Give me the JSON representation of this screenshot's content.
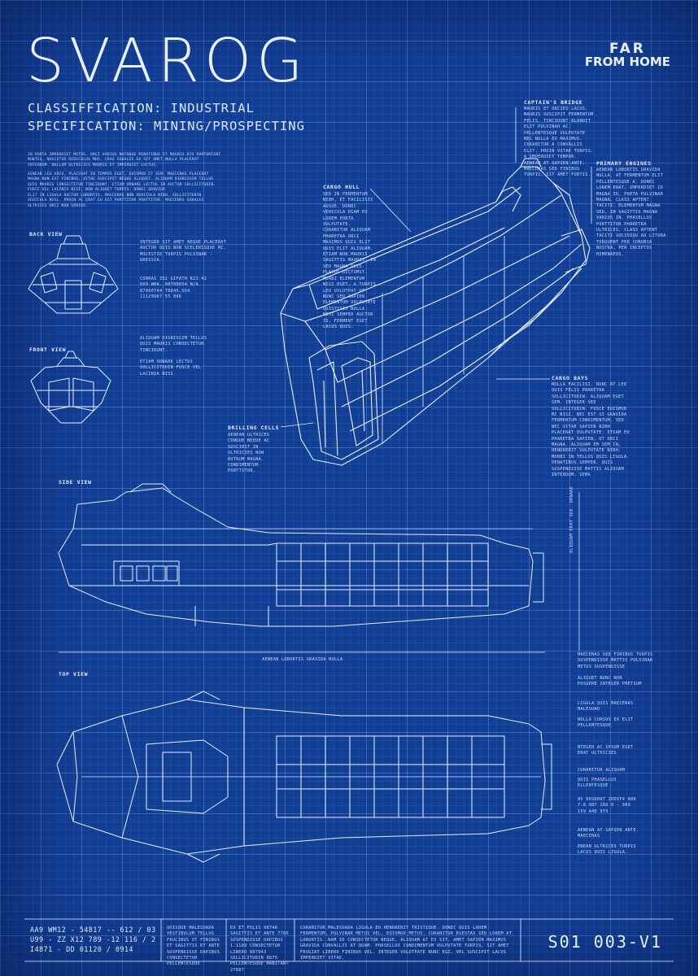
{
  "header": {
    "title": "SVAROG",
    "classification": "CLASSIFFICATION: INDUSTRIAL",
    "specification": "SPECIFICATION: MINING/PROSPECTING",
    "brand_line1": "FAR",
    "brand_line2": "FROM HOME"
  },
  "intro": {
    "p1": "IN PORTA IMPERDIET METUS. ORCI VARIUS NATOQUE PENATIBUS ET MAGNIS DIS PARTURIENT MONTES, NASCETUR RIDICULUS MUS. CRAS SODALES EX SIT AMET NULLA PLACERAT INTERDUM. NULLAM ULTRICIES MAURIS ET IMPERDIET LUCTUS.",
    "p2": "AENEAN LEO ARCU, PLACERAT IN TEMPUS EGET, EUISMOD ET SEM. MAECENAS PLACERAT MAGNA NON EST FINIBUS, VITAE SUSCIPIT NEQUE ALIQUET. ALIQUAM DIGNISSIM TELLUS QUIS MAURIS CONSECTETUR TINCIDUNT. ETIAM ORNARE LECTUS IN AUCTOR SOLLICITUDIN. FUSCE VEL LACINIA NISI, NON ALIQUET TURPIS. DONEC GRAVIDA",
    "p3": "ELIT IN LIGULA AUCTOR LOBORTIS. MAECENAS NON VEHICULA NIBH, SOLLICITUDIN VEHICULA NISL. PROIN AC ERAT EU EST PORTTITOR PORTTITOR. MAECENAS SODALES ULTRICES ORCI NON VARIUS."
  },
  "views": {
    "back_label": "BACK VIEW",
    "back_note1": "INTEGER SIT AMET NEQUE PLACERAT AUCTOR QUIS NON SCELERISQUE MI. MOLESTIE TURPIS PULVINAR - GRESSIA.",
    "back_note2": "CORRAS 332 GIFATH R21-41 099 WHA. 00708854 N/A. 87060744 T8845.564 - 11129667 55 886",
    "front_label": "FRONT VIEW",
    "front_note1": "ALIQUAM DIGNISSIM TELLUS QUIS MAURIS CONSECTETUR TINCIDUNT.",
    "front_note2": "ETIAM ORNARE LECTUS SOLLICITUDIN FUSCE VEL LACINIA NISI",
    "side_label": "SIDE VIEW",
    "side_vertical": "ALIQUAM ERAT SED. ORNARE",
    "side_caption": "AENEAN LOBORTIS GRAVIDA NULLA",
    "top_label": "TOP VIEW"
  },
  "callouts": {
    "bridge_label": "CAPTAIN'S BRIDGE",
    "bridge_text": "MAURIS ET ORCIEU LACUS, MAURIS SUSCIPIT FERMENTUM FELIS, TINCIDUNT BLANDIT ELIT PULVINAR AC. PELLENTESQUE VULPUTATE NEC NULLA EU MAXIMUS. CURABITUR A CONVALLIS ELIT. PROIN VITAE TURPIS. A IMPERDIET TEMPOR. AENEAN AT SAPIEN ANTE. MAECENAS SED FINIBUS TURPIS, SIT AMET FORTIS.",
    "engines_label": "PRIMARY ENGINES",
    "engines_text": "AENEAN LOBORTIS GRAVIDA NULLA, AT FERMENTUM ELIT PELLENTESQUE A. DONEC LOREM ERAT, IMPERDIET ID MAGNA ID, PORTA PULVINAR MAGNA. CLASS APTENT TACITI. ELEMENTUM MAGNA SED, IN SAGITTIS MAGNA VARIUS IN. PHASELLUS PORTTITOR PHARETRA ULTRICES. CLASS APTENT TACITI SOCIOSQU AD LITORA TORQUENT PER CONUBIA NOSTRA, PER INCEPTOS HIMENAEOS.",
    "cargo_hull_label": "CARGO HULL",
    "cargo_hull_text": "SED IN FERMENTUM NIBH, ET FACILISIS AUGUE. DONEC VEHICULA DIAM EU LOREM PORTA VULPUTATE. CURABITUR ALIQUAM PHARETRA ORCI MAXIMUS QUIS ELIT QUIS ELIT ALIQUAM. ETIAM NON MAURIS SAGITTIS MAURIS. IN SED MAGNA QUIS. PLACUS DICTUMST. MORBI ELEMENTUM NISI EGET, A TURPIS LEO VOLUTPAT UT. NUNC SED SAPIEN ELEMENTUM VULPUTATE QUISTISIS NULLA NISI SEMPER AUCTOR ID, FERMENT EGET LACUS QUIS.",
    "cargo_bays_label": "CARGO BAYS",
    "cargo_bays_text": "NULLA FACILISI. NUNC AT LEO QUIS FELIS PHARETRA SOLLICITUDIN. ALIQUAM EGET SEM. INTEGER SED SOLLICITUDIN. FUSCE EUISMOD MI NISI. NEC EST SI GRAVIDA FERMENTUM CONDIMENTUM. SED NEC VITAE SAPIEN NIBH PLACERAT VULPUTATE. ETIAM EU PHARETRA SAPIEN, UT ORCI MAGNA. ALIQUAM EM SEM IN, HENDRERIT VULPUTATE NIBH. MORBI IN TELLUS QUIS LIGULA. PENATIBUS SEMPER. QUIS SUSPENDISSE MATTIS ALIQUAM INTERDUM. SEMA",
    "drilling_label": "DRILLING CELLS",
    "drilling_text": "AENEAN ULTRICES CONGUE NEQUE AC SUSCIPIT IN ULTRICIES NON RUTRUM MAGNA. CONDIMENTUM PORTTITOR."
  },
  "right_notes": {
    "n1": "MAECENAS SED FINIBUS TURPIS SUSPENDISSE MATTIS PULVINAR METUS SUSPENDISSE",
    "n2": "ALIQUET NUNC NON POSUERE INTEGER PRETIUM",
    "n3": "LIGULA QUIS MAECENAS MALESUAD",
    "n4": "NULLA CURSUS EX ELIT PELLENTESQUE",
    "n5": "NTEGER AC IPSUM EGET ERAT ULTRICIES",
    "n6": "CURABITUR ALIQUAM",
    "n7": "QUIS PHASELLUS ELLENTESQUE",
    "n8": "45 00SD897 2DDSF4 886 7-8 987 180 0 - 989 159 A4D 979",
    "n9": "AENEAN AT SAPIEN ANTE. MAECENAS",
    "n10": "ENEAN ULTRICES TURPIS LACUS QUIS LIGULA."
  },
  "footer": {
    "code1": "AA9 WM12 - 54817 -- 612 / 03",
    "code2": "U99 - ZZ X12 789 -12 116 / 2",
    "code3": "I4871 - DD 01120 / 0914",
    "col1": "QUISQUE MALESUADA VESTIBULUM TELLUS FAUCIBUS UT FINIBUS ET SAGITTIS ET ANTE SUSPENDISSE DAPIBUS CONSECTETUR PELLENTESQUE",
    "col2": "EX ET FELIS 98746 SAGITTIS ET ANTE 7786 SUSPENDISSE DAPIBUS 1.1189  CONSECTETUR LIBERO 007943 SOLLICITUDIN 8875 PELLENTESQUE HABITANT 27887",
    "col3": "CURABITUR MALESUADA LIGULA EU HENDRERIT TRISTIQUE. DONEC QUIS LOREM FERMENTUM, PULVINAR METUS VEL, EUISMOD METUS. CURABITUR EGESTAS SED LOREM AT LOBORTIS. NAM ID CONSECTETUR NEQUE, ALIQUAM AT EX SIT.  AMET SAPIEN MAXIMUS GRAVIDA CONVALLIS AT QUAM. PHASELLUS CONDIMENTUM VULPUTATE TURPIS, SIT AMET FEUGIAT LIBERO FINIBUS VEL. INTEGER VOLUTPATE NUNC EGI, VEL SUSCIPIT LACUS IMPERDIET VITAE.",
    "serial": "S01 003-V1"
  },
  "colors": {
    "background": "#123f96",
    "lines": "#e6eeff"
  }
}
